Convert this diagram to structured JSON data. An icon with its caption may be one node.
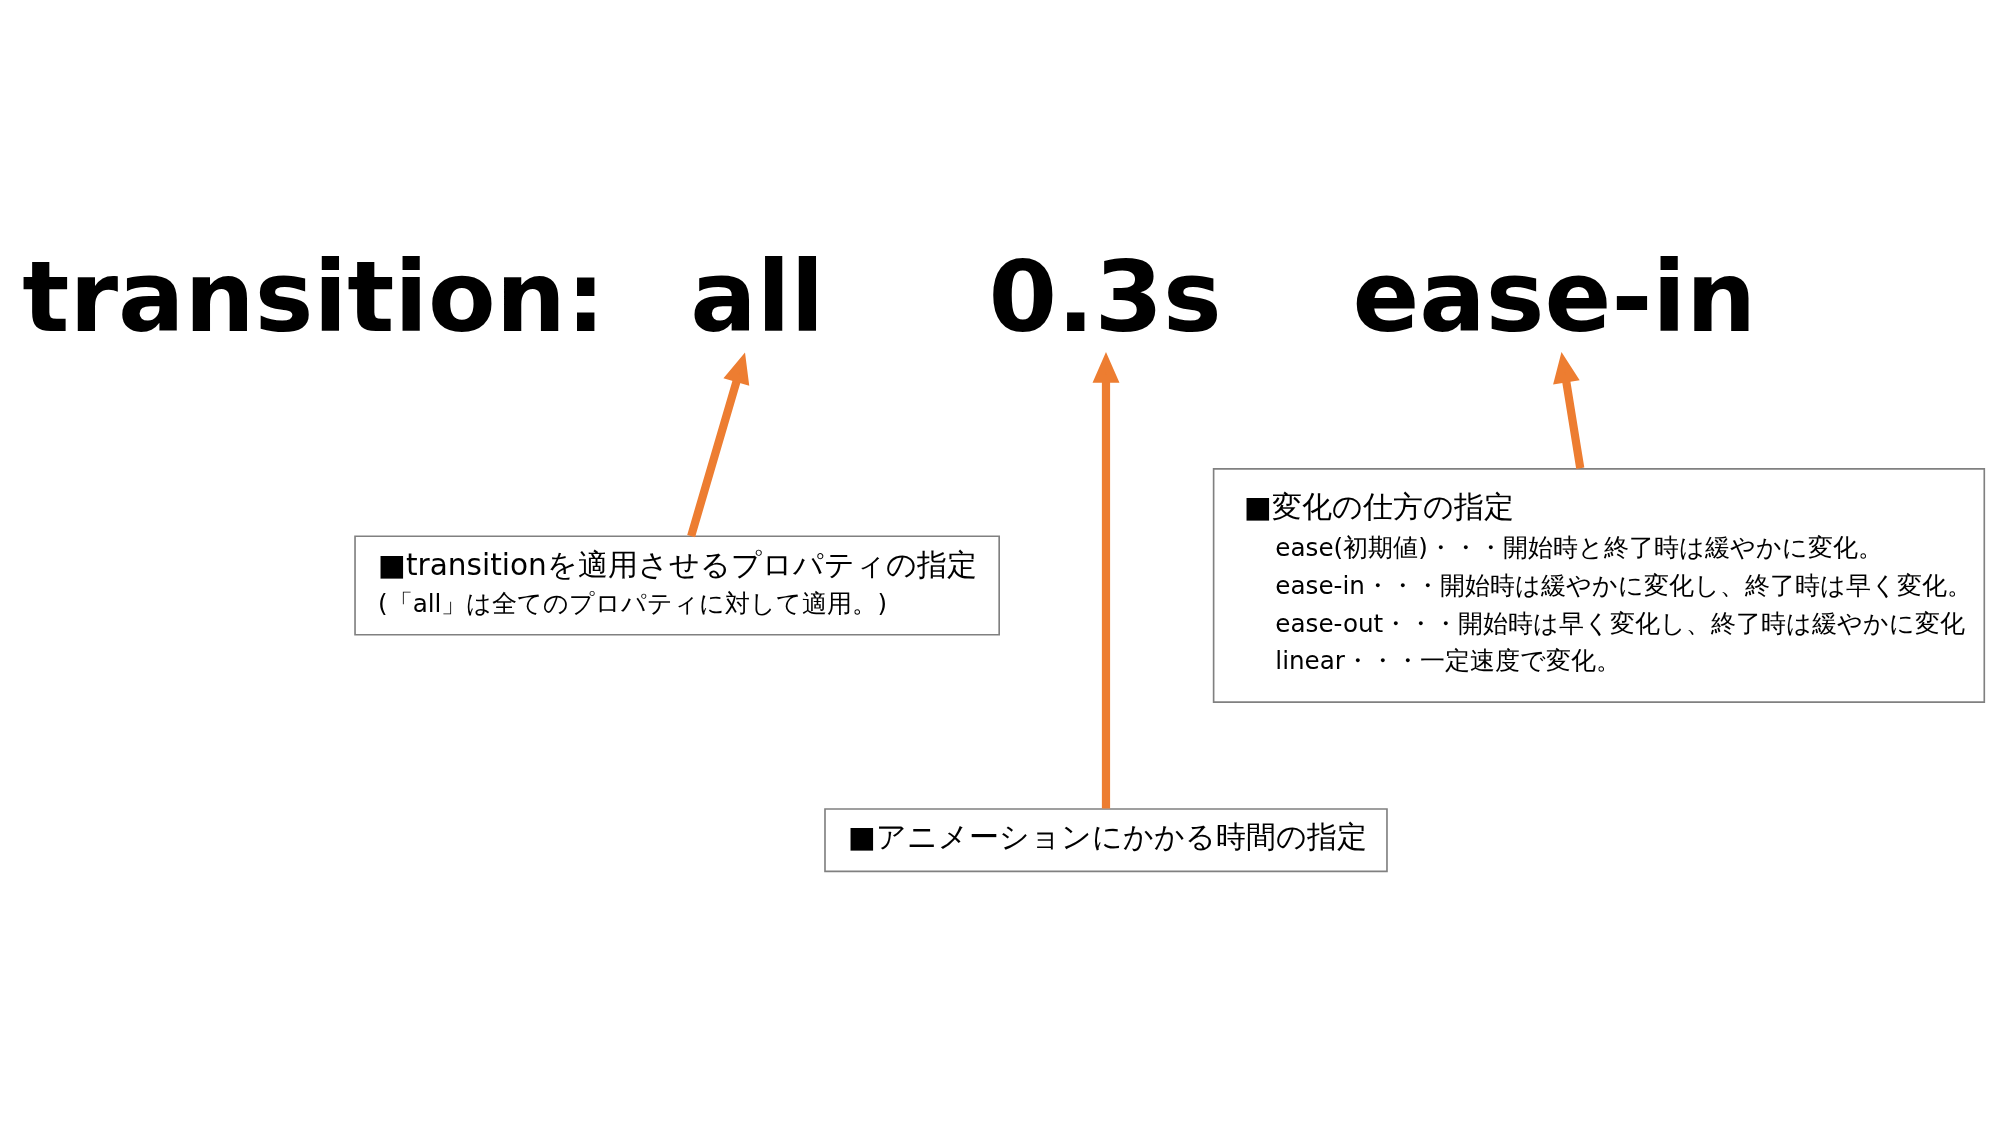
{
  "diagram": {
    "nodes": [
      {
        "text": [
          "transition:"
        ]
      },
      {
        "text": [
          "all"
        ]
      },
      {
        "text": [
          "0.3s"
        ]
      },
      {
        "text": [
          "ease-in"
        ]
      },
      {
        "text": [
          "■transitionを適用させるプロパティの指定",
          "(「all」は全てのプロパティに対して適用。)"
        ]
      },
      {
        "text": [
          "■アニメーションにかかる時間の指定"
        ]
      },
      {
        "text": [
          "■変化の仕方の指定",
          "ease(初期値)・・・開始時と終了時は緩やかに変化。",
          "ease-in・・・開始時は緩やかに変化し、終了時は早く変化。",
          "ease-out・・・開始時は早く変化し、終了時は緩やかに変化",
          "linear・・・一定速度で変化。"
        ]
      }
    ],
    "edges": [
      {
        "from": 4,
        "to": 1,
        "arrow": "to"
      },
      {
        "from": 5,
        "to": 2,
        "arrow": "to"
      },
      {
        "from": 6,
        "to": 3,
        "arrow": "to"
      }
    ]
  }
}
